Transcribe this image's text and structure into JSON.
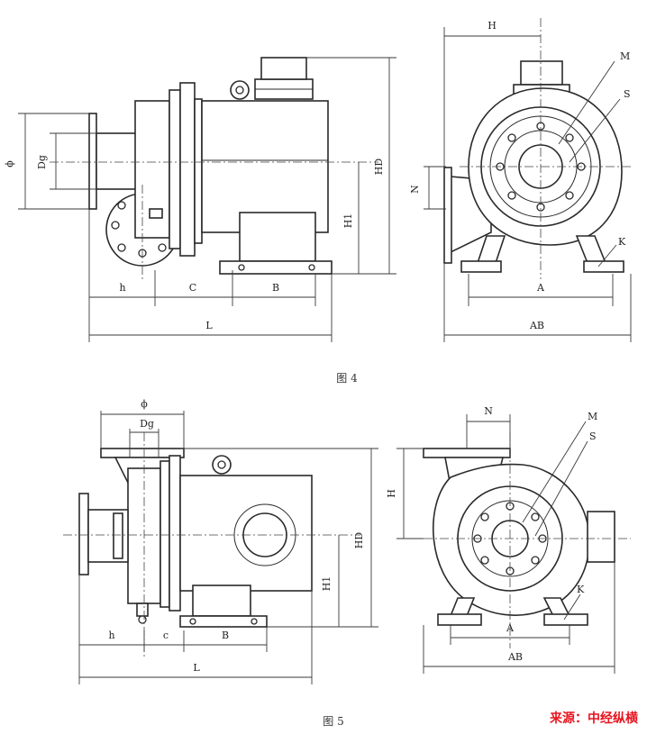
{
  "fig4": {
    "caption": "图 4",
    "labels": {
      "phi": "ϕ",
      "dg": "Dg",
      "h": "h",
      "c": "C",
      "b": "B",
      "l": "L",
      "hd": "HD",
      "h1": "H1",
      "n": "N",
      "a": "A",
      "ab": "AB",
      "k": "K",
      "m": "M",
      "s": "S",
      "top": "H"
    }
  },
  "fig5": {
    "caption": "图 5",
    "labels": {
      "phi": "ϕ",
      "dg": "Dg",
      "h": "h",
      "c": "c",
      "b": "B",
      "l": "L",
      "hd": "HD",
      "h1": "H1",
      "n": "N",
      "h_side": "H",
      "a": "A",
      "ab": "AB",
      "k": "K",
      "m": "M",
      "s": "S"
    }
  },
  "source": "来源：中经纵横",
  "colors": {
    "line": "#2a2a2a",
    "source": "#e8141e"
  }
}
